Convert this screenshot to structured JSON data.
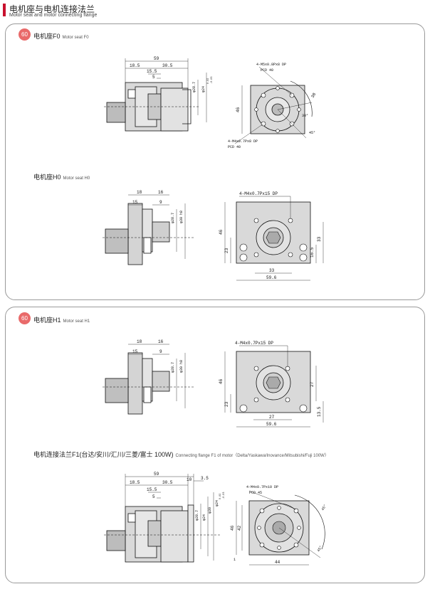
{
  "header": {
    "title": "电机座与电机连接法兰",
    "subtitle": "Motor seat and motor connecting flange"
  },
  "panels": [
    {
      "badge": "60",
      "sections": [
        {
          "title_cn": "电机座F0",
          "title_en": "Motor seat F0",
          "side_dims": [
            "59",
            "18.5",
            "30.5",
            "15.5",
            "5",
            "φ28.7",
            "φ24",
            "0.02",
            "-0.03"
          ],
          "front_dims": [
            "4-M5x0.8Px8 DP",
            "PCD 40",
            "4-M4x0.7Px8 DP",
            "PCD 40",
            "46",
            "38",
            "30°",
            "45°"
          ]
        },
        {
          "title_cn": "电机座H0",
          "title_en": "Motor seat H0",
          "side_dims": [
            "18",
            "16",
            "15",
            "9",
            "φ28.7",
            "φ30 h8"
          ],
          "front_dims": [
            "4-M4x0.7Px15 DP",
            "46",
            "23",
            "16.5",
            "33",
            "33",
            "59.6"
          ]
        }
      ]
    },
    {
      "badge": "60",
      "sections": [
        {
          "title_cn": "电机座H1",
          "title_en": "Motor seat H1",
          "side_dims": [
            "18",
            "16",
            "15",
            "9",
            "φ28.7",
            "φ30 h8"
          ],
          "front_dims": [
            "4-M4x0.7Px15 DP",
            "46",
            "23",
            "27",
            "13.5",
            "27",
            "59.6"
          ]
        },
        {
          "title_cn": "电机连接法兰F1(台达/安川/汇川/三菱/富士 100W)",
          "title_en": "Connecting flange F1 of motor（Delta/Yaskawa/Inovance/Mitsubishi/Fuji 100W）",
          "side_dims": [
            "59",
            "10",
            "3.5",
            "18.5",
            "30.5",
            "15.5",
            "5",
            "φ28.7",
            "φ24",
            "φ30",
            "φ24",
            "0.02",
            "-0.03"
          ],
          "front_dims": [
            "4-M4x0.7Px10 DP",
            "PCD 45",
            "46",
            "42",
            "44",
            "1",
            "45°",
            "45°"
          ]
        }
      ]
    }
  ]
}
